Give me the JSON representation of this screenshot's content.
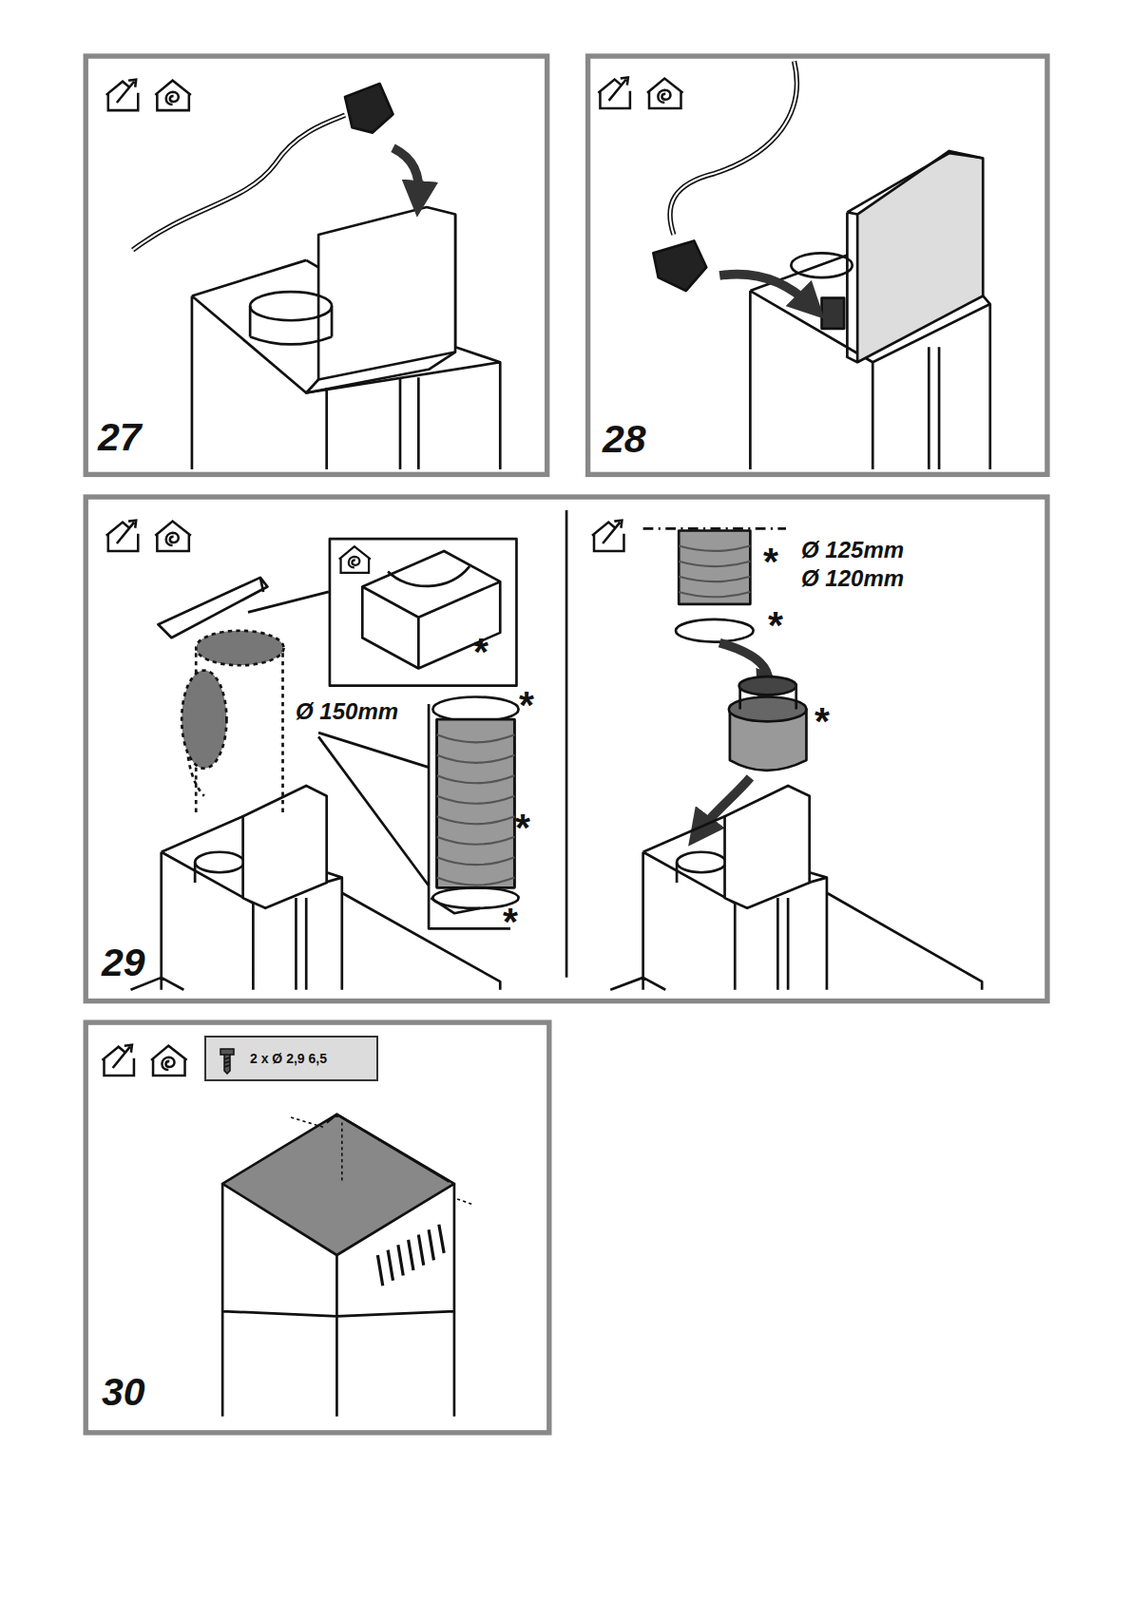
{
  "diagram": {
    "nodes": [
      {
        "text": [
          "2 x Ø 2,9 6,5"
        ]
      }
    ],
    "labels": [
      "27",
      "28",
      "29",
      "Ø 150mm",
      "*",
      "*",
      "*",
      "*",
      "Ø 125mm",
      "Ø 120mm",
      "*",
      "*",
      "*",
      "30"
    ]
  }
}
